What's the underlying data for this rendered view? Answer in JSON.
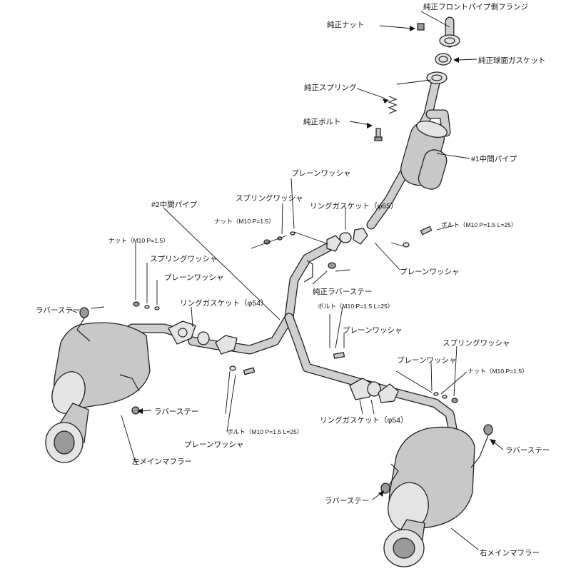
{
  "labels": {
    "front_flange": "純正フロントパイプ側フランジ",
    "oem_nut": "純正ナット",
    "oem_sphere_gasket": "純正球面ガスケット",
    "oem_spring": "純正スプリング",
    "oem_bolt": "純正ボルト",
    "mid_pipe_1": "#1中間パイプ",
    "plain_washer_top": "プレーンワッシャ",
    "spring_washer_top": "スプリングワッシャ",
    "mid_pipe_2": "#2中間パイプ",
    "ring_gasket_65": "リングガスケット（φ65）",
    "nut_top": "ナット（M10 P=1.5）",
    "bolt_top": "ボルト（M10 P=1.5 L=25）",
    "plain_washer_right": "プレーンワッシャ",
    "nut_left": "ナット（M10 P=1.5）",
    "spring_washer_left": "スプリングワッシャ",
    "plain_washer_left": "プレーンワッシャ",
    "oem_rubber_stay": "純正ラバーステー",
    "rubber_stay_left_top": "ラバーステー",
    "ring_gasket_54_left": "リングガスケット（φ54）",
    "bolt_mid": "ボルト（M10 P=1.5 L=25）",
    "plain_washer_mid": "プレーンワッシャ",
    "spring_washer_right": "スプリングワッシャ",
    "plain_washer_right2": "プレーンワッシャ",
    "nut_right": "ナット（M10 P=1.5）",
    "rubber_stay_left_bottom": "ラバーステー",
    "ring_gasket_54_right": "リングガスケット（φ54）",
    "bolt_left": "ボルト（M10 P=1.5 L=25）",
    "rubber_stay_right_top": "ラバーステー",
    "plain_washer_bottom": "プレーンワッシャ",
    "left_main_muffler": "左メインマフラー",
    "rubber_stay_right_bottom": "ラバーステー",
    "right_main_muffler": "右メインマフラー"
  }
}
